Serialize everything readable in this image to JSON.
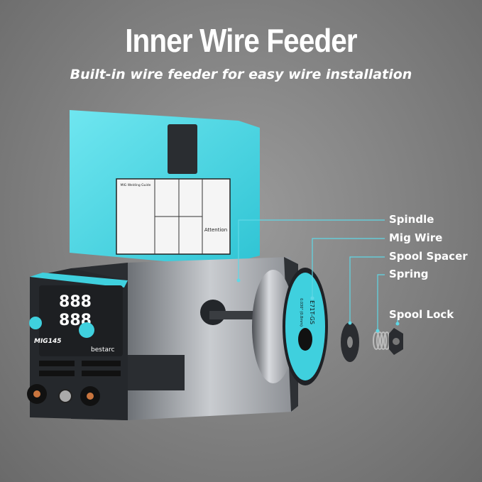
{
  "header": {
    "title": "Inner Wire Feeder",
    "subtitle": "Built-in wire feeder for easy wire installation"
  },
  "callouts": [
    {
      "label": "Spindle"
    },
    {
      "label": "Mig Wire"
    },
    {
      "label": "Spool Spacer"
    },
    {
      "label": "Spring"
    },
    {
      "label": "Spool Lock"
    }
  ],
  "product": {
    "model": "MIG145",
    "brand": "bestarc",
    "display_top": "888",
    "display_bottom": "888",
    "lid_chart_title": "MIG Welding Guide",
    "lid_attention": "Attention",
    "spool_wire_type": "E71T-GS",
    "spool_wire_size": "0.030\" (0.8mm)"
  },
  "colors": {
    "accent": "#3fd0de",
    "leader_line": "#5fd8e6",
    "body": "#2a2d31"
  }
}
